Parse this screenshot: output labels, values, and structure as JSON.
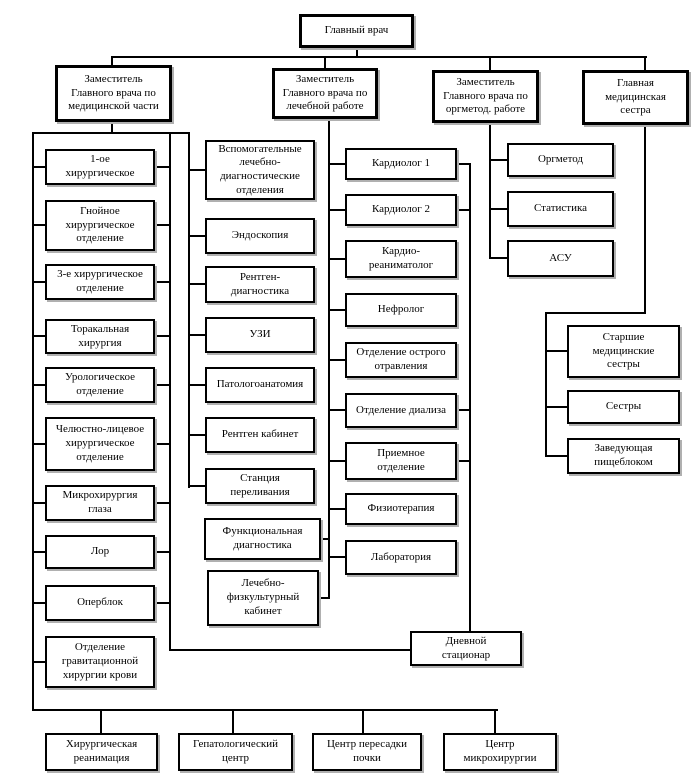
{
  "diagram_title": "Hospital organizational chart",
  "colors": {
    "box_border": "#000000",
    "box_background": "#ffffff",
    "connector": "#000000",
    "shadow": "#b0b0b0"
  },
  "nodes": {
    "chief": {
      "label": "Главный врач"
    },
    "deputy_med": {
      "label": "Заместитель\nГлавного врача по\nмедицинской части"
    },
    "deputy_treat": {
      "label": "Заместитель\nГлавного врача по\nлечебной работе"
    },
    "deputy_org": {
      "label": "Заместитель\nГлавного врача по\nоргметод. работе"
    },
    "chief_nurse": {
      "label": "Главная\nмедицинская\nсестра"
    },
    "c1": {
      "label": "1-ое\nхирургическое"
    },
    "c2": {
      "label": "Гнойное\nхирургическое\nотделение"
    },
    "c3": {
      "label": "3-е хирургическое\nотделение"
    },
    "c4": {
      "label": "Торакальная\nхирургия"
    },
    "c5": {
      "label": "Урологическое\nотделение"
    },
    "c6": {
      "label": "Челюстно-лицевое\nхирургическое\nотделение"
    },
    "c7": {
      "label": "Микрохирургия\nглаза"
    },
    "c8": {
      "label": "Лор"
    },
    "c9": {
      "label": "Оперблок"
    },
    "c10": {
      "label": "Отделение\nгравитационной\nхирургии крови"
    },
    "d1": {
      "label": "Вспомогательные\nлечебно-\nдиагностические\nотделения"
    },
    "d2": {
      "label": "Эндоскопия"
    },
    "d3": {
      "label": "Рентген-\nдиагностика"
    },
    "d4": {
      "label": "УЗИ"
    },
    "d5": {
      "label": "Патологоанатомия"
    },
    "d6": {
      "label": "Рентген кабинет"
    },
    "d7": {
      "label": "Станция\nпереливания"
    },
    "d8": {
      "label": "Функциональная\nдиагностика"
    },
    "d9": {
      "label": "Лечебно-\nфизкультурный\nкабинет"
    },
    "e1": {
      "label": "Кардиолог 1"
    },
    "e2": {
      "label": "Кардиолог 2"
    },
    "e3": {
      "label": "Кардио-\nреаниматолог"
    },
    "e4": {
      "label": "Нефролог"
    },
    "e5": {
      "label": "Отделение острого\nотравления"
    },
    "e6": {
      "label": "Отделение диализа"
    },
    "e7": {
      "label": "Приемное\nотделение"
    },
    "e8": {
      "label": "Физиотерапия"
    },
    "e9": {
      "label": "Лаборатория"
    },
    "f1": {
      "label": "Оргметод"
    },
    "f2": {
      "label": "Статистика"
    },
    "f3": {
      "label": "АСУ"
    },
    "g1": {
      "label": "Старшие\nмедицинские\nсестры"
    },
    "g2": {
      "label": "Сестры"
    },
    "g3": {
      "label": "Заведующая\nпищеблоком"
    },
    "day": {
      "label": "Дневной\nстационар"
    },
    "b1": {
      "label": "Хирургическая\nреанимация"
    },
    "b2": {
      "label": "Гепатологический\nцентр"
    },
    "b3": {
      "label": "Центр пересадки\nпочки"
    },
    "b4": {
      "label": "Центр\nмикрохирургии"
    }
  }
}
